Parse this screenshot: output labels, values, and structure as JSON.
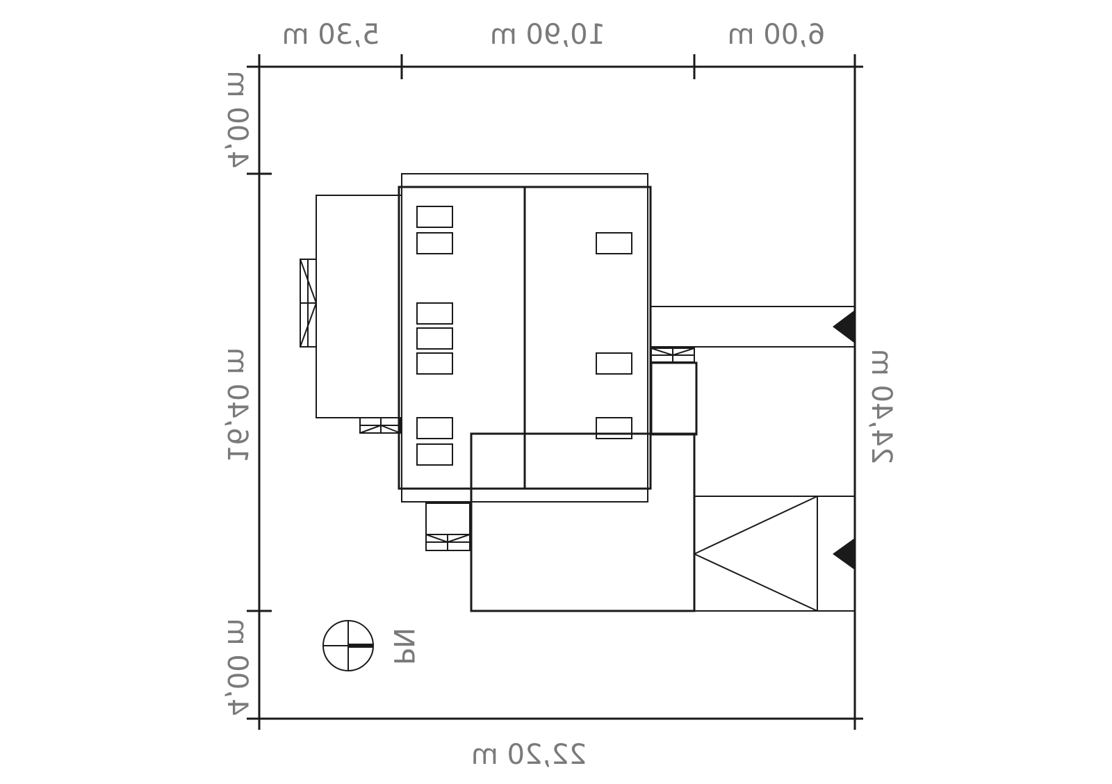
{
  "dimensions": {
    "top_left": "5,30 m",
    "top_middle": "10,90 m",
    "top_right": "6,00 m",
    "left_top": "4,00 m",
    "left_middle": "16,40 m",
    "left_bottom": "4,00 m",
    "right": "24,40 m",
    "bottom": "22,20 m"
  },
  "compass_label": "PN",
  "colors": {
    "roof_dark": "#6c6d71",
    "roof_light": "#a7a8ab",
    "window_light": "#e6e7e8",
    "window_dark": "#58595b",
    "outline": "#1a1a1a",
    "dimension_text": "#7a7a7a"
  }
}
